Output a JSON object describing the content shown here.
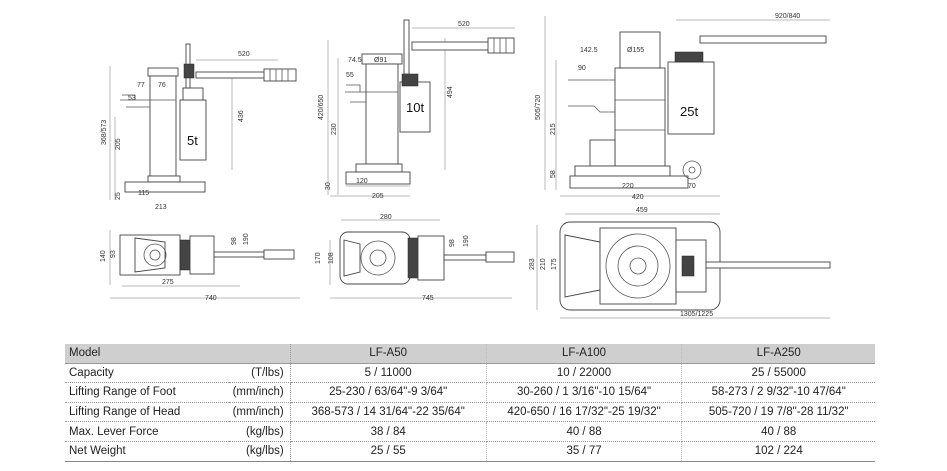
{
  "diagram": {
    "a50": {
      "w520": "520",
      "d77": "77",
      "d76": "76",
      "d53": "53",
      "load": "5t",
      "d436": "436",
      "d368_573": "368/573",
      "d205": "205",
      "d25": "25",
      "d115": "115",
      "d213": "213",
      "d140": "140",
      "d93": "93",
      "d98": "98",
      "d190": "190",
      "d275": "275",
      "d740": "740"
    },
    "a100": {
      "w520": "520",
      "d745": "74.5",
      "d91": "Ø91",
      "d55": "55",
      "load": "10t",
      "d494": "494",
      "d420_650": "420/650",
      "d230": "230",
      "d30": "30",
      "d120": "120",
      "d205": "205",
      "d280": "280",
      "d170": "170",
      "d108": "108",
      "d98": "98",
      "d190": "190",
      "d745w": "745"
    },
    "a250": {
      "w920": "920/840",
      "d1425": "142.5",
      "d155": "Ø155",
      "d90": "90",
      "load": "25t",
      "d505_720": "505/720",
      "d215": "215",
      "d58": "58",
      "d220": "220",
      "d420": "420",
      "d70": "70",
      "d459": "459",
      "d283": "283",
      "d210": "210",
      "d175": "175",
      "d1305": "1305/1225"
    }
  },
  "table": {
    "header": {
      "label": "Model",
      "models": [
        "LF-A50",
        "LF-A100",
        "LF-A250"
      ]
    },
    "rows": [
      {
        "label": "Capacity",
        "unit": "(T/lbs)",
        "values": [
          "5 / 11000",
          "10 / 22000",
          "25 / 55000"
        ]
      },
      {
        "label": "Lifting Range of Foot",
        "unit": "(mm/inch)",
        "values": [
          "25-230 / 63/64\"-9 3/64\"",
          "30-260 / 1 3/16\"-10 15/64\"",
          "58-273 / 2 9/32\"-10 47/64\""
        ]
      },
      {
        "label": "Lifting Range of Head",
        "unit": "(mm/inch)",
        "values": [
          "368-573 / 14 31/64\"-22 35/64\"",
          "420-650 / 16 17/32\"-25 19/32\"",
          "505-720 / 19 7/8\"-28 11/32\""
        ]
      },
      {
        "label": "Max. Lever Force",
        "unit": "(kg/lbs)",
        "values": [
          "38 / 84",
          "40 / 88",
          "40 / 88"
        ]
      },
      {
        "label": "Net Weight",
        "unit": "(kg/lbs)",
        "values": [
          "25 / 55",
          "35 / 77",
          "102 / 224"
        ]
      }
    ]
  }
}
